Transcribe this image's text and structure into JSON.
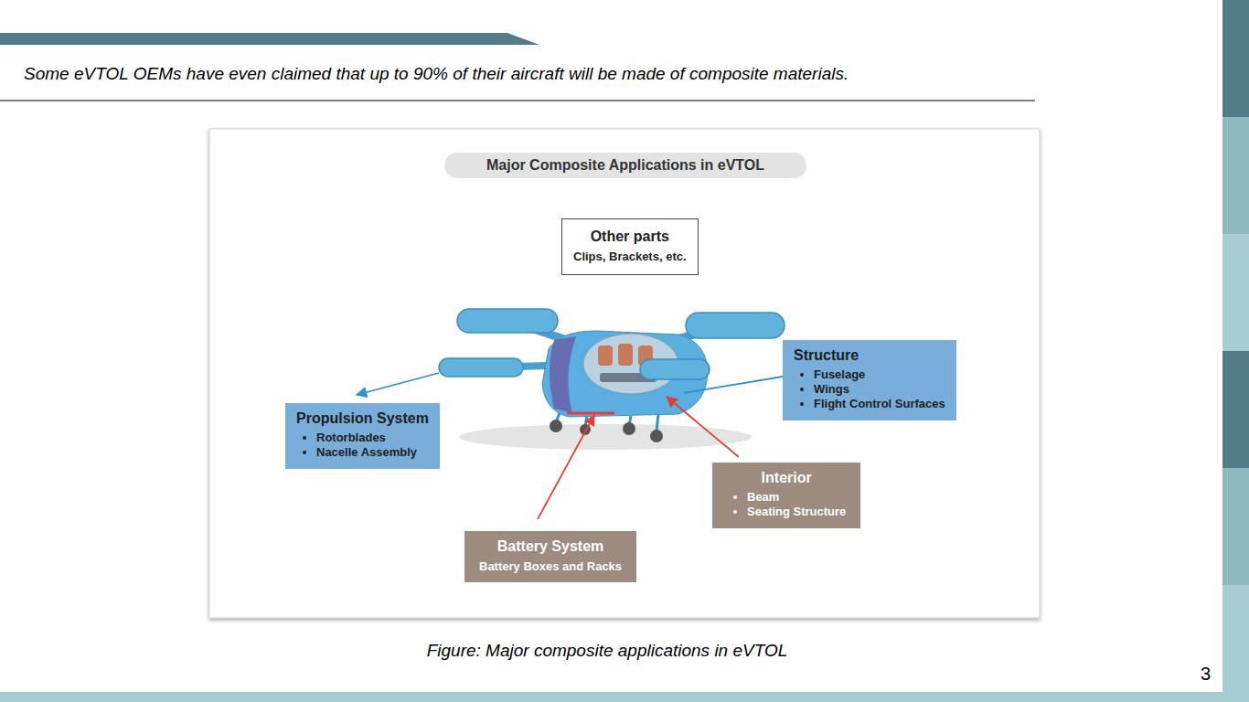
{
  "diagram": {
    "title": "Some eVTOL OEMs have even claimed that up to 90% of their aircraft will be made of  composite materials.",
    "caption": "Figure: Major composite applications in eVTOL",
    "nodes": [
      {
        "text": [
          "Major Composite Applications in eVTOL"
        ]
      },
      {
        "text": [
          "Other parts",
          "Clips, Brackets, etc."
        ]
      },
      {
        "text": [
          "Propulsion System",
          "Rotorblades",
          "Nacelle Assembly"
        ]
      },
      {
        "text": [
          "Structure",
          "Fuselage",
          "Wings",
          "Flight Control Surfaces"
        ]
      },
      {
        "text": [
          "Interior",
          "Beam",
          "Seating Structure"
        ]
      },
      {
        "text": [
          "Battery System",
          "Battery Boxes and Racks"
        ]
      }
    ],
    "labels": [
      "3"
    ]
  }
}
